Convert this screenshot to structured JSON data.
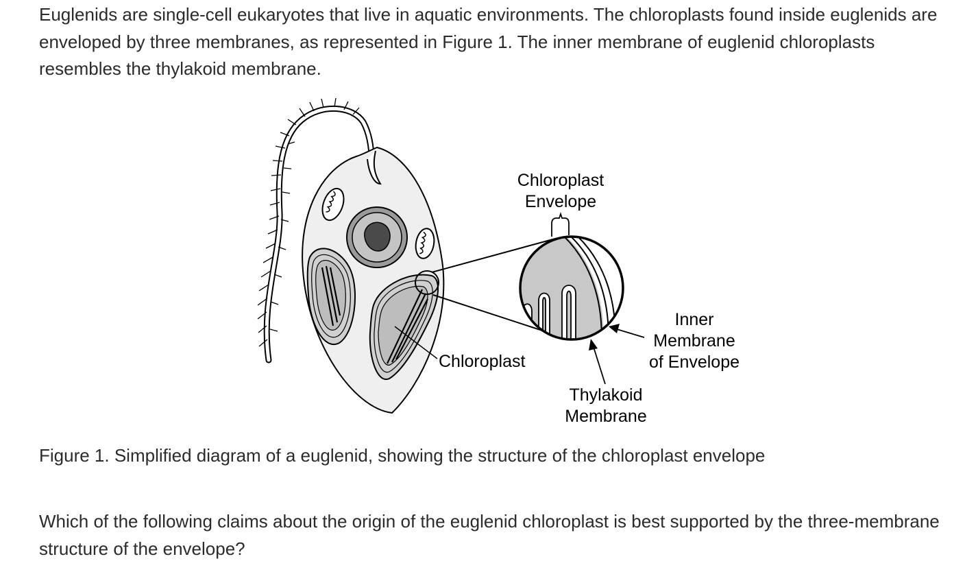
{
  "passage": {
    "intro": "Euglenids are single-cell eukaryotes that live in aquatic environments. The chloroplasts found inside euglenids are enveloped by three membranes, as represented in Figure 1. The inner membrane of euglenid chloroplasts resembles the thylakoid membrane."
  },
  "figure": {
    "labels": {
      "envelope_line1": "Chloroplast",
      "envelope_line2": "Envelope",
      "chloroplast": "Chloroplast",
      "inner_line1": "Inner",
      "inner_line2": "Membrane",
      "inner_line3": "of Envelope",
      "thylakoid_line1": "Thylakoid",
      "thylakoid_line2": "Membrane"
    },
    "caption": "Figure 1. Simplified diagram of a euglenid, showing the structure of the chloroplast envelope"
  },
  "question": {
    "stem": "Which of the following claims about the origin of the euglenid chloroplast is best supported by the three-membrane structure of the envelope?"
  }
}
